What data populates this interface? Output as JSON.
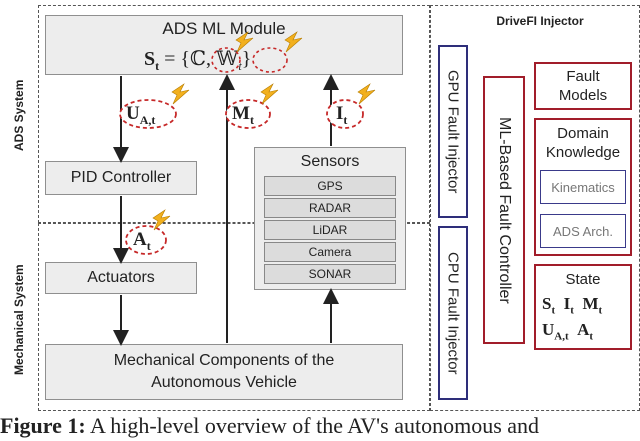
{
  "ads_system_label": "ADS System",
  "mechanical_system_label": "Mechanical System",
  "drivefi_label": "DriveFI Injector",
  "ml_module": {
    "title": "ADS ML Module",
    "state_eq_lhs": "S",
    "state_eq_sub": "t",
    "state_eq_rest": " = {",
    "c_symbol": "ℂ",
    "comma": ", ",
    "w_symbol": "𝕎",
    "w_sub": "t",
    "close": "}"
  },
  "signals": {
    "u": "U",
    "u_sub": "A,t",
    "m": "M",
    "m_sub": "t",
    "i": "I",
    "i_sub": "t",
    "a": "A",
    "a_sub": "t"
  },
  "pid": "PID Controller",
  "sensors": {
    "title": "Sensors",
    "items": [
      "GPS",
      "RADAR",
      "LiDAR",
      "Camera",
      "SONAR"
    ]
  },
  "actuators": "Actuators",
  "mech": "Mechanical Components of the Autonomous Vehicle",
  "gpu_injector": "GPU Fault Injector",
  "cpu_injector": "CPU Fault Injector",
  "ml_controller": "ML-Based Fault Controller",
  "fault_models": "Fault Models",
  "domain": {
    "title": "Domain Knowledge",
    "kinematics": "Kinematics",
    "ads_arch": "ADS Arch."
  },
  "state": {
    "title": "State",
    "s": "S",
    "i": "I",
    "m": "M",
    "u": "U",
    "u_sub": "A,t",
    "a": "A",
    "t": "t"
  },
  "caption": {
    "bold": "Figure 1:",
    "text": " A high-level overview of the AV's autonomous and"
  },
  "colors": {
    "blue": "#2e2e7a",
    "red": "#a11d2a",
    "lightning": "#f2b01e",
    "fault_circle": "#c62828"
  }
}
